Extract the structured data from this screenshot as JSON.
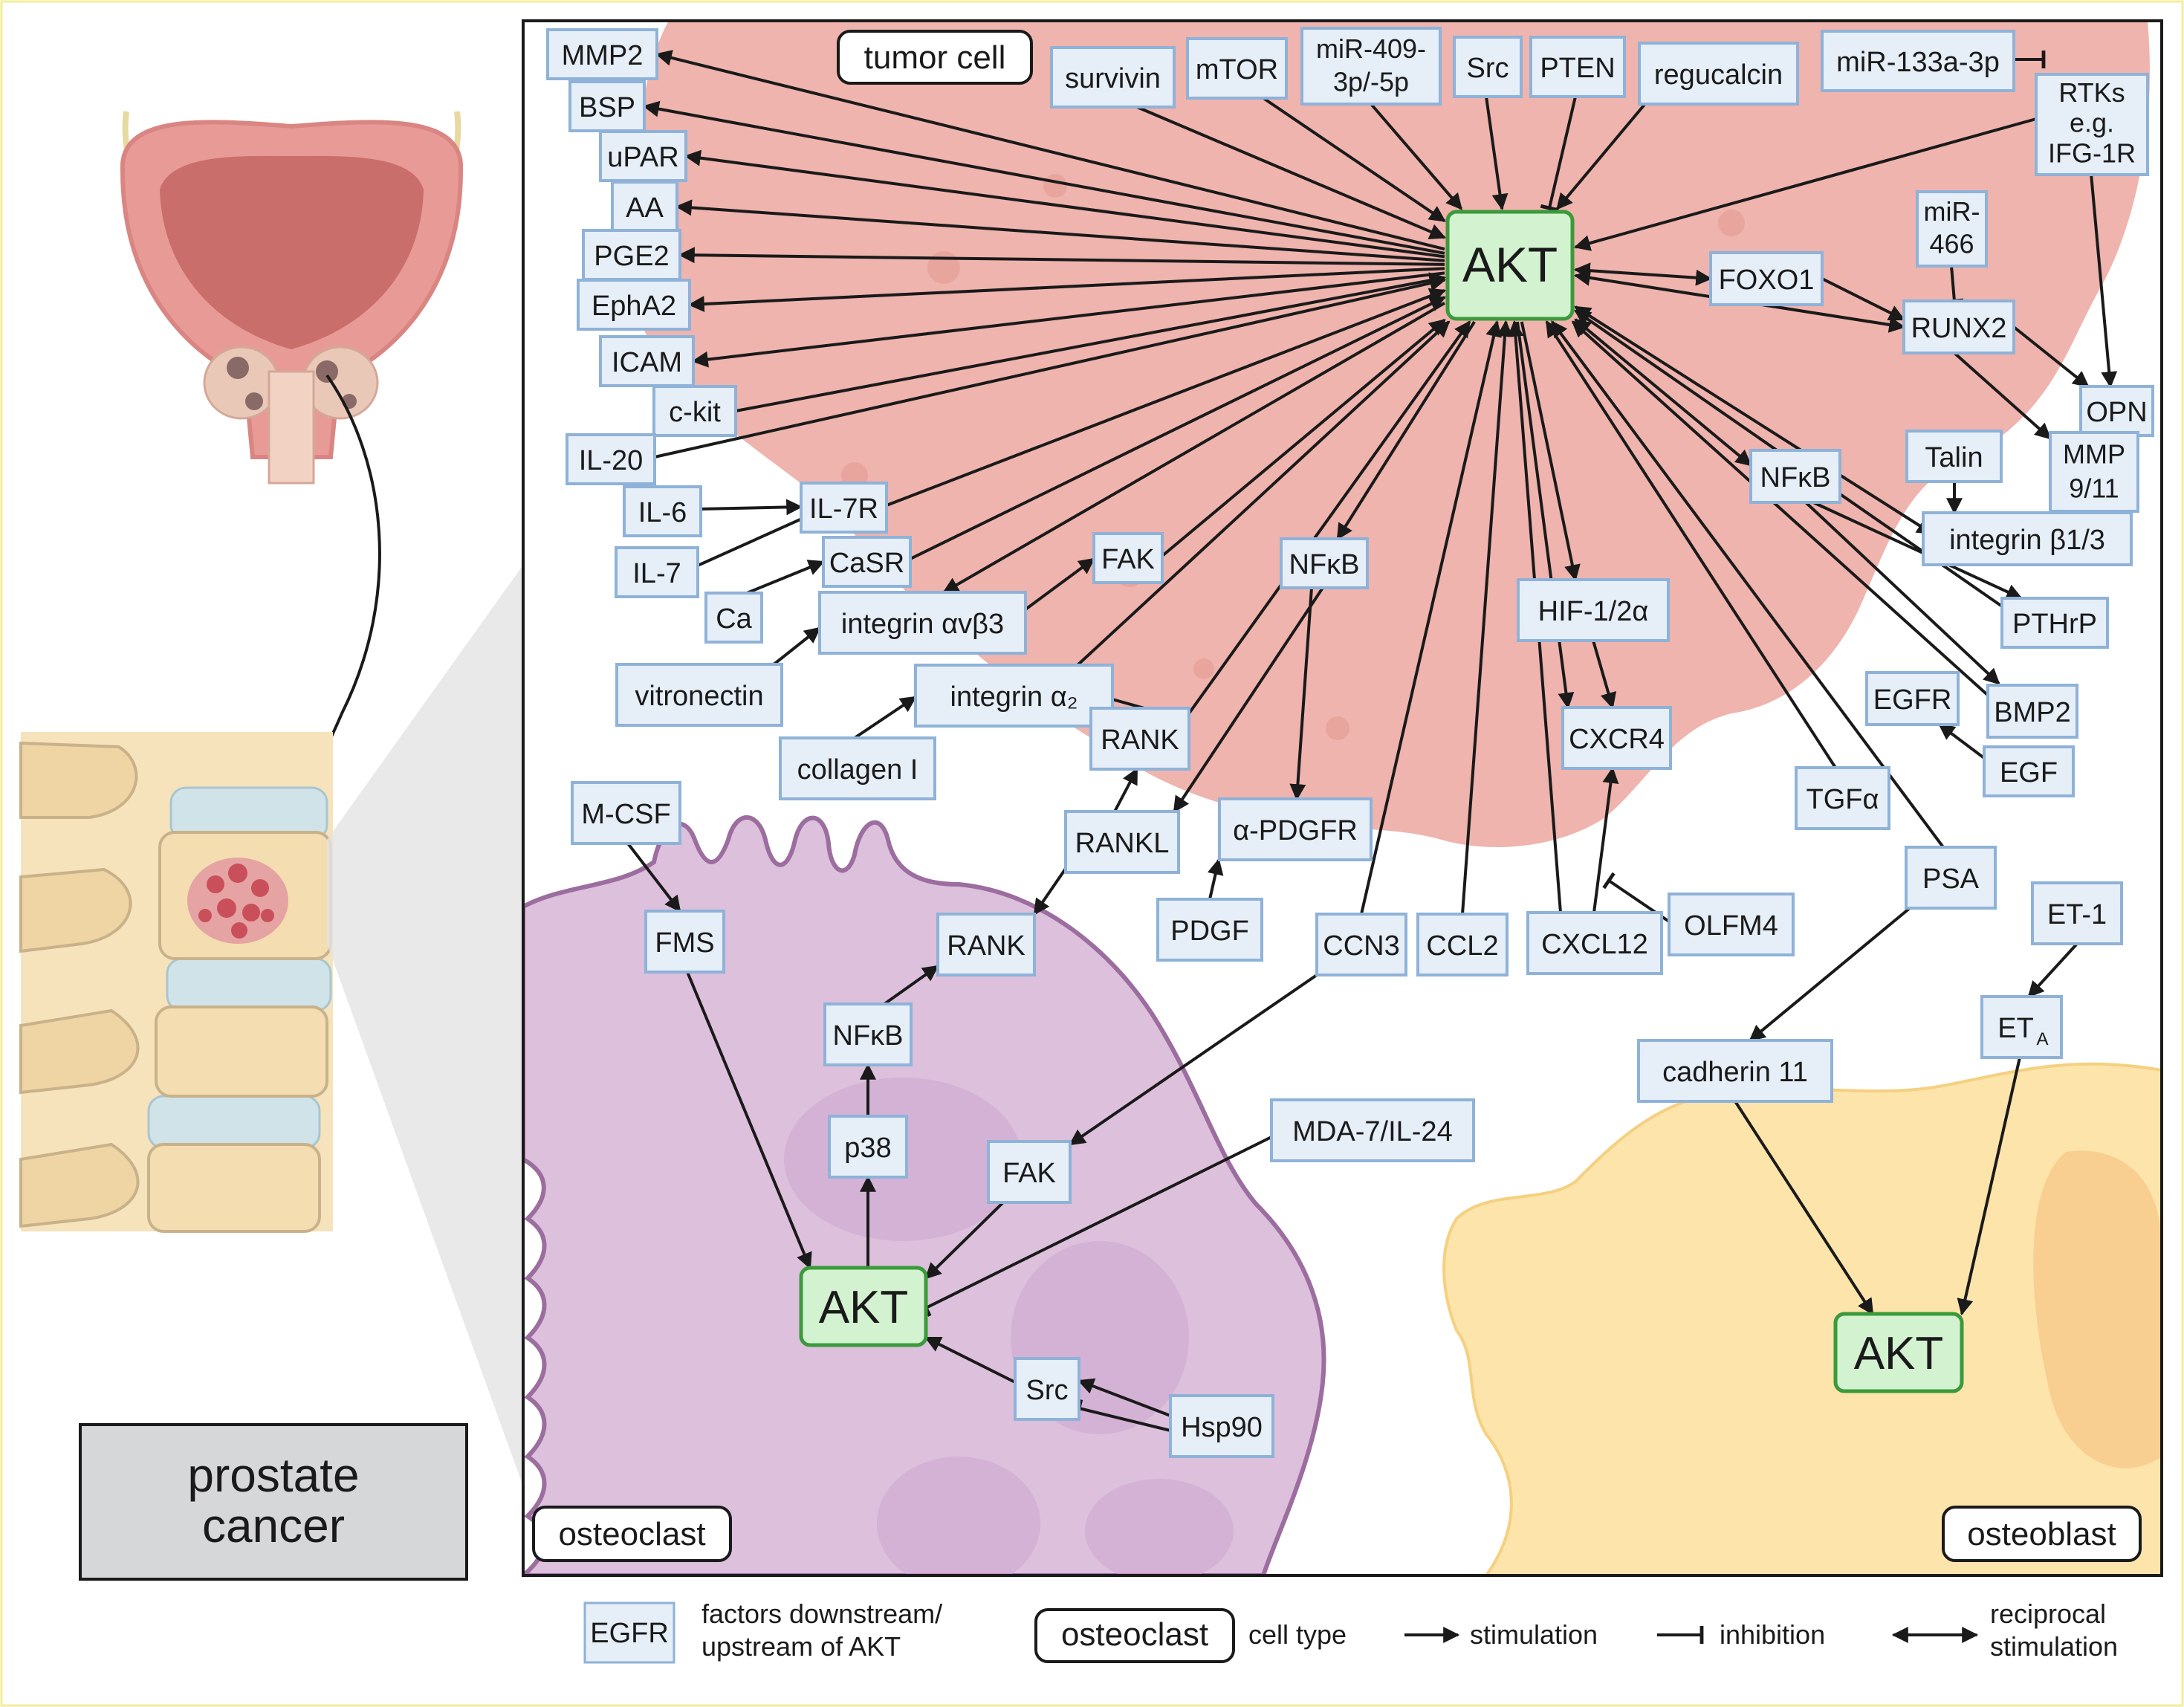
{
  "anatomy": {
    "title_line1": "prostate",
    "title_line2": "cancer"
  },
  "cell_labels": {
    "tumor": "tumor cell",
    "osteoclast": "osteoclast",
    "osteoblast": "osteoblast"
  },
  "akt": "AKT",
  "factors": {
    "mmp2": "MMP2",
    "bsp": "BSP",
    "upar": "uPAR",
    "aa": "AA",
    "pge2": "PGE2",
    "epha2": "EphA2",
    "icam": "ICAM",
    "ckit": "c-kit",
    "il20": "IL-20",
    "il6": "IL-6",
    "il7r": "IL-7R",
    "il7": "IL-7",
    "casr": "CaSR",
    "ca": "Ca",
    "integrin_avb3": "integrin αvβ3",
    "vitronectin": "vitronectin",
    "fak_top": "FAK",
    "integrin_a2": "integrin α₂",
    "collagen": "collagen I",
    "rank_top": "RANK",
    "rankl": "RANKL",
    "nfkb_mid": "NFκB",
    "apdgfr": "α-PDGFR",
    "pdgf": "PDGF",
    "ccn3": "CCN3",
    "ccl2": "CCL2",
    "hif": "HIF-1/2α",
    "cxcr4": "CXCR4",
    "cxcl12": "CXCL12",
    "olfm4": "OLFM4",
    "survivin": "survivin",
    "mtor": "mTOR",
    "mir409_l1": "miR-409-",
    "mir409_l2": "3p/-5p",
    "src_top": "Src",
    "pten": "PTEN",
    "regucalcin": "regucalcin",
    "mir133": "miR-133a-3p",
    "rtk_l1": "RTKs",
    "rtk_l2": "e.g.",
    "rtk_l3": "IFG-1R",
    "mir466_l1": "miR-",
    "mir466_l2": "466",
    "foxo1": "FOXO1",
    "runx2": "RUNX2",
    "opn": "OPN",
    "mmp911_l1": "MMP",
    "mmp911_l2": "9/11",
    "talin": "Talin",
    "nfkb_right": "NFκB",
    "integrin_b13": "integrin β1/3",
    "pthrp": "PTHrP",
    "egfr": "EGFR",
    "bmp2": "BMP2",
    "egf": "EGF",
    "tgfa": "TGFα",
    "psa": "PSA",
    "et1": "ET-1",
    "eta": "ET",
    "eta_sub": "A",
    "cadherin": "cadherin 11",
    "mcsf": "M-CSF",
    "fms": "FMS",
    "rank_oc": "RANK",
    "nfkb_oc": "NFκB",
    "p38": "p38",
    "fak_oc": "FAK",
    "mda7": "MDA-7/IL-24",
    "src_oc": "Src",
    "hsp90": "Hsp90"
  },
  "legend": {
    "sample_factor": "EGFR",
    "factor_desc_l1": "factors downstream/",
    "factor_desc_l2": "upstream of AKT",
    "sample_cell": "osteoclast",
    "cell_desc": "cell type",
    "stim": "stimulation",
    "inhib": "inhibition",
    "recip_l1": "reciprocal",
    "recip_l2": "stimulation"
  },
  "colors": {
    "factor_fill": "#e6eef8",
    "factor_border": "#8fb2d8",
    "akt_fill": "#d3f2d0",
    "akt_border": "#3c9a3c",
    "tumor_fill": "#efb4ad",
    "osteoclast_fill": "#dcc0dc",
    "osteoblast_fill": "#fde4aa"
  }
}
